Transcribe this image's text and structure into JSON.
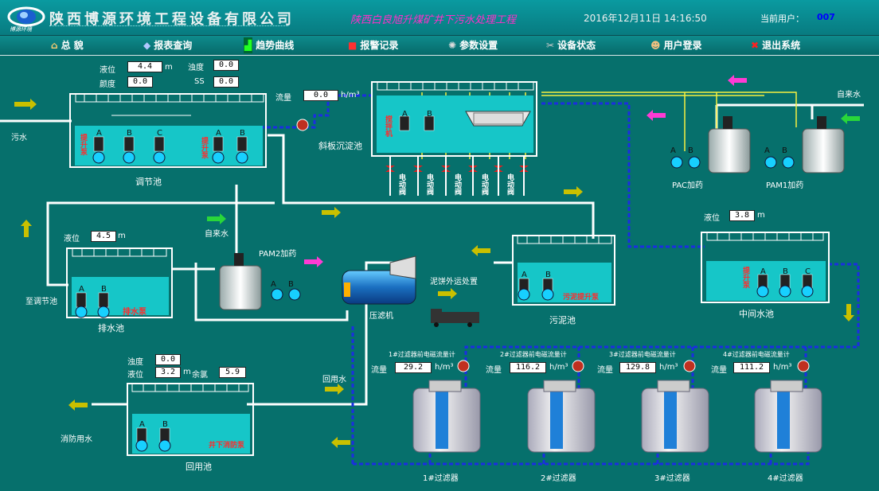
{
  "header": {
    "company": "陕西博源环境工程设备有限公司",
    "logo_text": "博源环境",
    "project_title": "陕西白良旭升煤矿井下污水处理工程",
    "datetime": "2016年12月11日 14:16:50",
    "user_label": "当前用户：",
    "user_value": "007"
  },
  "menu": [
    {
      "label": "总 貌",
      "icon": "home-icon"
    },
    {
      "label": "报表查询",
      "icon": "report-icon"
    },
    {
      "label": "趋势曲线",
      "icon": "trend-icon"
    },
    {
      "label": "报警记录",
      "icon": "alarm-icon"
    },
    {
      "label": "参数设置",
      "icon": "settings-icon"
    },
    {
      "label": "设备状态",
      "icon": "tools-icon"
    },
    {
      "label": "用户登录",
      "icon": "user-icon"
    },
    {
      "label": "退出系统",
      "icon": "exit-icon"
    }
  ],
  "tanks": {
    "regulating": {
      "name": "调节池",
      "level_label": "液位",
      "level": "4.4",
      "level_unit": "m",
      "turbidity_label": "浊度",
      "turbidity": "0.0",
      "color_label": "颜度",
      "color": "0.0",
      "ss_label": "SS",
      "ss": "0.0",
      "lift_pump_label": "提升泵"
    },
    "inclined": {
      "name": "斜板沉淀池",
      "flow_label": "流量",
      "flow": "0.0",
      "flow_unit": "h/m³",
      "mixer_label": "搅拌机"
    },
    "drain": {
      "name": "排水池",
      "level_label": "液位",
      "level": "4.5",
      "level_unit": "m",
      "pump_label": "排水泵"
    },
    "sludge": {
      "name": "污泥池",
      "pump_label": "污泥提升泵"
    },
    "middle": {
      "name": "中间水池",
      "level_label": "液位",
      "level": "3.8",
      "level_unit": "m",
      "pump_label": "提升泵"
    },
    "reuse": {
      "name": "回用池",
      "turbidity_label": "浊度",
      "turbidity": "0.0",
      "level_label": "液位",
      "level": "3.2",
      "level_unit": "m",
      "chlorine_label": "余氯",
      "chlorine": "5.9",
      "pump_label": "井下消防泵"
    }
  },
  "labels": {
    "wastewater": "污水",
    "tap_water": "自来水",
    "tap_water2": "自来水",
    "pac": "PAC加药",
    "pam1": "PAM1加药",
    "pam2": "PAM2加药",
    "press": "压滤机",
    "mud_out": "泥饼外运处置",
    "to_regulating": "至调节池",
    "return_water": "回用水",
    "fire_water": "消防用水",
    "valve": "电动阀"
  },
  "filters": [
    {
      "name": "1#过滤器",
      "meter": "1#过滤器前电磁流量计",
      "flow_label": "流量",
      "flow": "29.2",
      "unit": "h/m³"
    },
    {
      "name": "2#过滤器",
      "meter": "2#过滤器前电磁流量计",
      "flow_label": "流量",
      "flow": "116.2",
      "unit": "h/m³"
    },
    {
      "name": "3#过滤器",
      "meter": "3#过滤器前电磁流量计",
      "flow_label": "流量",
      "flow": "129.8",
      "unit": "h/m³"
    },
    {
      "name": "4#过滤器",
      "meter": "4#过滤器前电磁流量计",
      "flow_label": "流量",
      "flow": "111.2",
      "unit": "h/m³"
    }
  ],
  "pump_letters": [
    "A",
    "B",
    "C"
  ],
  "colors": {
    "water": "#16c6c8",
    "pipe": "#ffffff",
    "flow_arrow": "#c9c000",
    "chem_arrow": "#ff3bd4",
    "tap_arrow": "#29d63a"
  }
}
